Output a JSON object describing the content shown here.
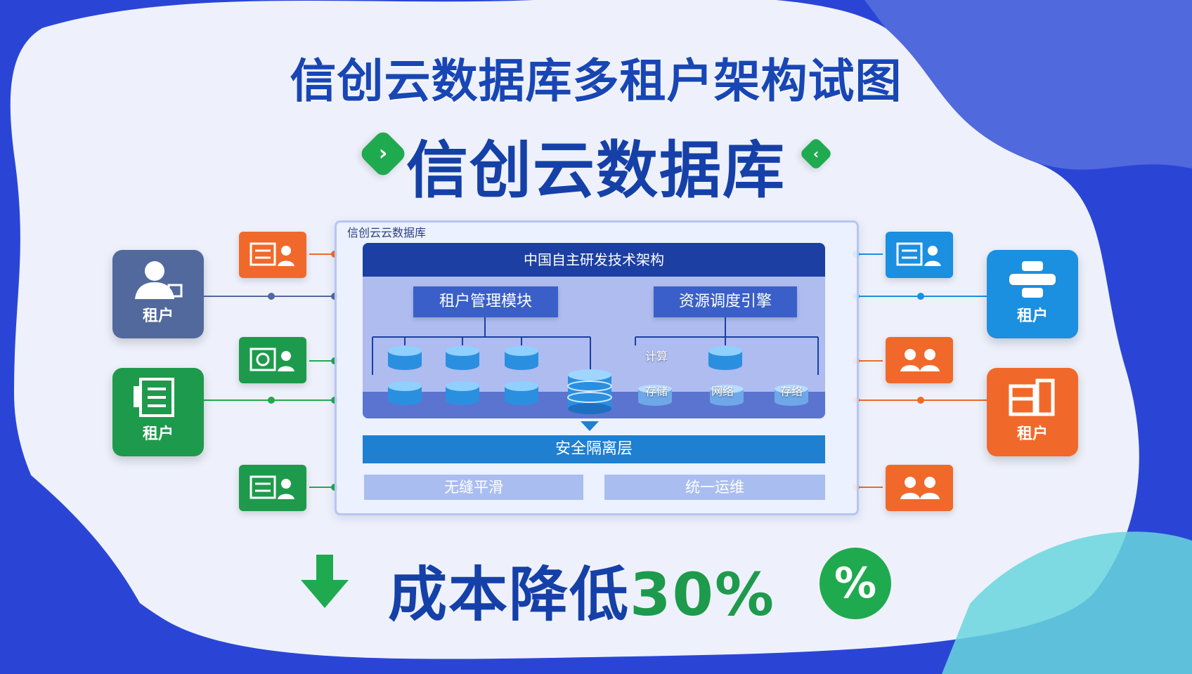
{
  "header": {
    "top_title": "信创云数据库多租户架构试图",
    "main_title": "信创云数据库"
  },
  "panel": {
    "caption": "信创云云数据库",
    "arch_header": "中国自主研发技术架构",
    "tenant_module": "租户管理模块",
    "resource_engine": "资源调度引擎",
    "resources": [
      "计算",
      "存储",
      "网络",
      "存络"
    ],
    "security_layer": "安全隔离层",
    "bottom_left": "无缝平滑",
    "bottom_right": "统一运维"
  },
  "tenants": {
    "left_top": "租户",
    "left_mid": "租户",
    "right_top": "租户",
    "right_mid": "租户"
  },
  "result": {
    "text": "成本降低",
    "percent": "30%",
    "badge": "%"
  },
  "colors": {
    "brand_blue": "#1540a8",
    "accent_green": "#1faa4f",
    "accent_orange": "#f0692b",
    "accent_sky": "#1b8fe0",
    "slate_blue": "#52699e"
  }
}
